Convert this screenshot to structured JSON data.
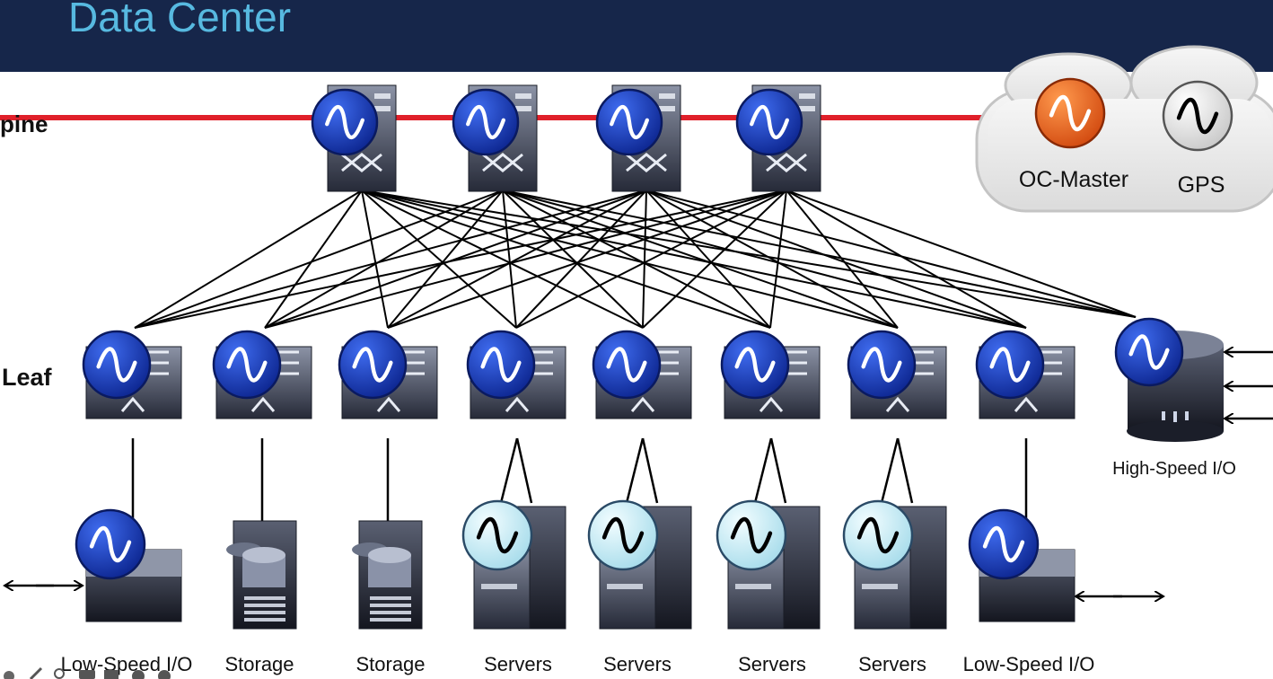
{
  "header": {
    "title": "Data Center"
  },
  "layers": {
    "spine_label": "pine",
    "leaf_label": "Leaf"
  },
  "cloud": {
    "master_label": "OC-Master",
    "gps_label": "GPS"
  },
  "high_speed": {
    "label": "High-Speed I/O"
  },
  "devices": [
    {
      "label": "Low-Speed I/O"
    },
    {
      "label": "Storage"
    },
    {
      "label": "Storage"
    },
    {
      "label": "Servers"
    },
    {
      "label": "Servers"
    },
    {
      "label": "Servers"
    },
    {
      "label": "Servers"
    },
    {
      "label": "Low-Speed I/O"
    }
  ],
  "colors": {
    "header_bg": "#16264a",
    "title": "#57b9e0",
    "spine_line": "#e0202a",
    "clock_blue": "#1d3fb8",
    "clock_light": "#cdeef8",
    "clock_orange": "#e8601e",
    "clock_white": "#f2f2f2"
  }
}
